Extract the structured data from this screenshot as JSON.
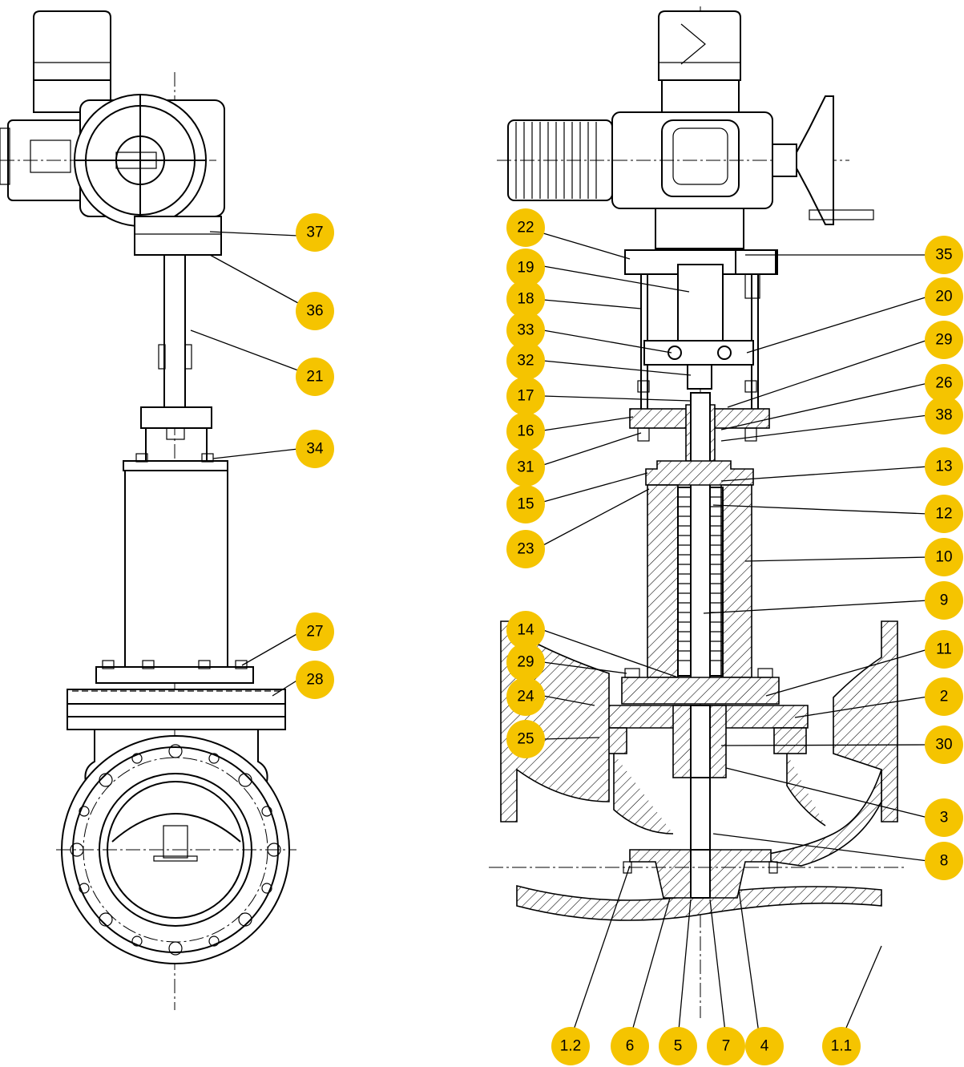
{
  "colors": {
    "callout": "#f5c400",
    "line": "#000000"
  },
  "callouts": [
    {
      "id": "c37",
      "label": "37"
    },
    {
      "id": "c36",
      "label": "36"
    },
    {
      "id": "c21",
      "label": "21"
    },
    {
      "id": "c34",
      "label": "34"
    },
    {
      "id": "c27",
      "label": "27"
    },
    {
      "id": "c28",
      "label": "28"
    },
    {
      "id": "c22",
      "label": "22"
    },
    {
      "id": "c19",
      "label": "19"
    },
    {
      "id": "c18",
      "label": "18"
    },
    {
      "id": "c33",
      "label": "33"
    },
    {
      "id": "c32",
      "label": "32"
    },
    {
      "id": "c17",
      "label": "17"
    },
    {
      "id": "c16",
      "label": "16"
    },
    {
      "id": "c31",
      "label": "31"
    },
    {
      "id": "c15",
      "label": "15"
    },
    {
      "id": "c23",
      "label": "23"
    },
    {
      "id": "c14",
      "label": "14"
    },
    {
      "id": "c29a",
      "label": "29"
    },
    {
      "id": "c24",
      "label": "24"
    },
    {
      "id": "c25",
      "label": "25"
    },
    {
      "id": "c35",
      "label": "35"
    },
    {
      "id": "c20",
      "label": "20"
    },
    {
      "id": "c29b",
      "label": "29"
    },
    {
      "id": "c26",
      "label": "26"
    },
    {
      "id": "c38",
      "label": "38"
    },
    {
      "id": "c13",
      "label": "13"
    },
    {
      "id": "c12",
      "label": "12"
    },
    {
      "id": "c10",
      "label": "10"
    },
    {
      "id": "c9",
      "label": "9"
    },
    {
      "id": "c11",
      "label": "11"
    },
    {
      "id": "c2",
      "label": "2"
    },
    {
      "id": "c30",
      "label": "30"
    },
    {
      "id": "c3",
      "label": "3"
    },
    {
      "id": "c8",
      "label": "8"
    },
    {
      "id": "c1_2",
      "label": "1.2"
    },
    {
      "id": "c6",
      "label": "6"
    },
    {
      "id": "c5",
      "label": "5"
    },
    {
      "id": "c7",
      "label": "7"
    },
    {
      "id": "c4",
      "label": "4"
    },
    {
      "id": "c1_1",
      "label": "1.1"
    }
  ]
}
